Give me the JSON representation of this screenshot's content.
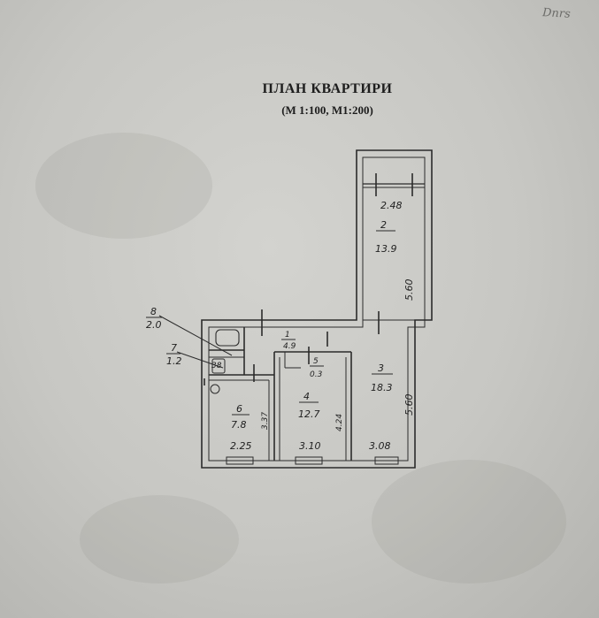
{
  "corner_note": "Dnrs",
  "title": "ПЛАН КВАРТИРИ",
  "subtitle": "(М 1:100, М1:200)",
  "rooms": [
    {
      "num": "1",
      "area": "4.9"
    },
    {
      "num": "2",
      "area": "13.9"
    },
    {
      "num": "3",
      "area": "18.3"
    },
    {
      "num": "4",
      "area": "12.7"
    },
    {
      "num": "5",
      "area": "0.3"
    },
    {
      "num": "6",
      "area": "7.8"
    },
    {
      "num": "7",
      "area": "1.2"
    },
    {
      "num": "8",
      "area": "2.0"
    }
  ],
  "dimensions": {
    "balcony_width": "2.48",
    "room2_length": "5.60",
    "room3_length": "5.60",
    "room4_length": "4.24",
    "room6_length": "3.37",
    "room6_width": "2.25",
    "room4_width": "3.10",
    "room3_width": "3.08",
    "bath_label": "38"
  }
}
